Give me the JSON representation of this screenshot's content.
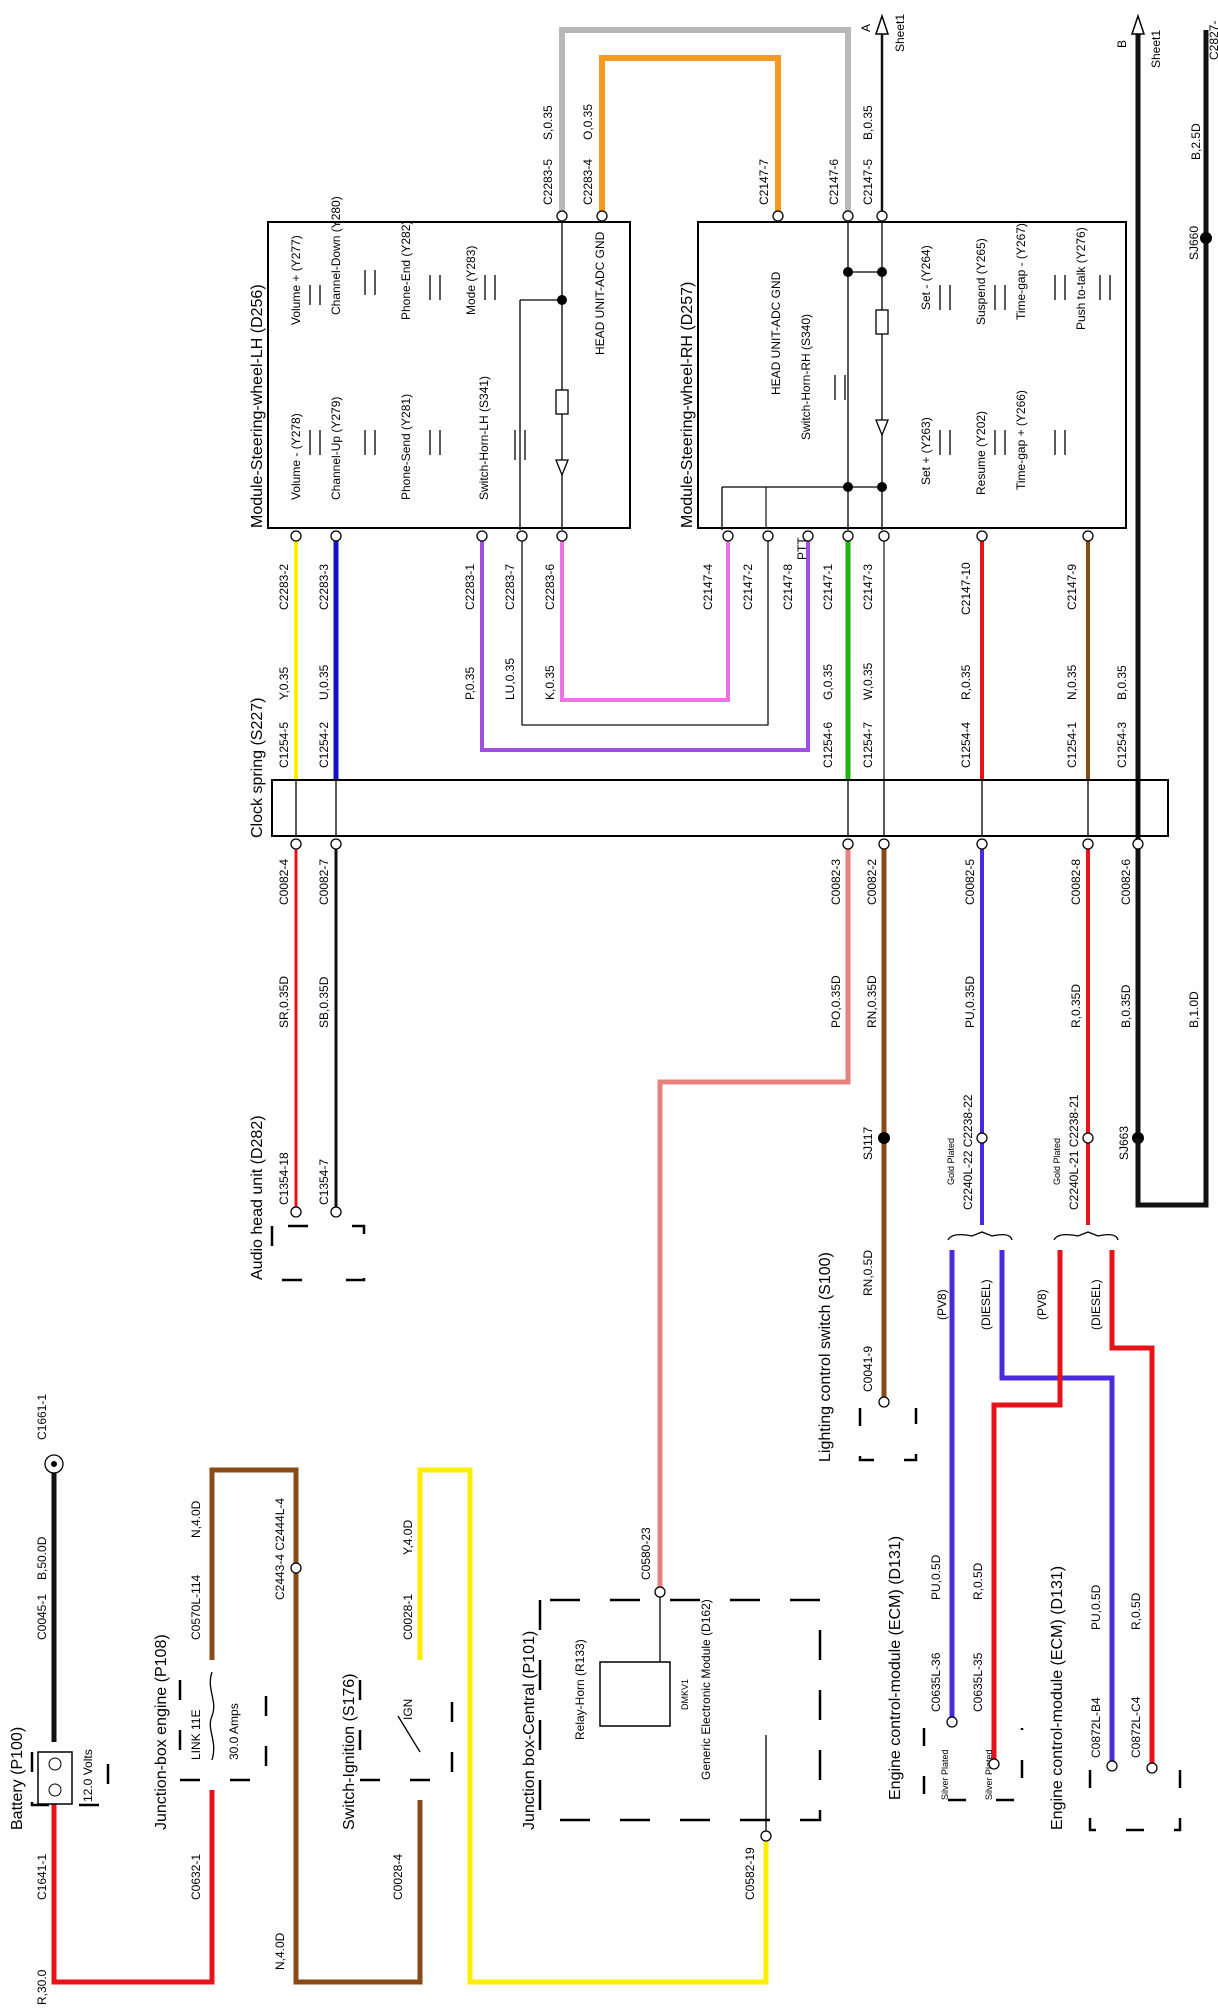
{
  "colors": {
    "red": "#e8121a",
    "black": "#111111",
    "yellow": "#ffee00",
    "blue": "#1410c8",
    "green": "#22b014",
    "white": "#ffffff",
    "violet": "#a050e0",
    "pink": "#f070e8",
    "orange": "#f59a20",
    "grey": "#b8b8b8",
    "brown": "#8a4a18",
    "pink_orange": "#e88080",
    "purple_blue": "#4a2adc"
  },
  "modules": {
    "steering_lh": {
      "title": "Module-Steering-wheel-LH (D256)",
      "switches": [
        "Volume + (Y277)",
        "Channel-Down (Y280)",
        "Phone-End (Y282)",
        "Mode (Y283)",
        "Volume - (Y278)",
        "Channel-Up (Y279)",
        "Phone-Send (Y281)",
        "Switch-Horn-LH (S341)"
      ],
      "gnd_label": "HEAD UNIT-ADC GND"
    },
    "steering_rh": {
      "title": "Module-Steering-wheel-RH (D257)",
      "switches": [
        "Set - (Y264)",
        "Suspend (Y265)",
        "Time-gap - (Y267)",
        "Push to-talk (Y276)",
        "Set + (Y263)",
        "Resume (Y202)",
        "Time-gap + (Y266)",
        "Switch-Horn-RH (S340)"
      ],
      "gnd_label": "HEAD UNIT-ADC GND",
      "ptt_label": "PTT"
    },
    "clock_spring": {
      "title": "Clock spring (S227)"
    },
    "audio_head": {
      "title": "Audio head unit (D282)",
      "connectors": [
        "C1354-18",
        "C1354-7"
      ]
    },
    "lighting": {
      "title": "Lighting control switch (S100)",
      "connector": "C0041-9"
    },
    "ecm_a": {
      "title": "Engine control-module (ECM) (D131)",
      "connectors": [
        "C0635L-36",
        "C0635L-35"
      ],
      "plating": [
        "Silver Plated",
        "Silver Plated"
      ]
    },
    "ecm_b": {
      "title": "Engine control-module (ECM) (D131)",
      "connectors": [
        "C0872L-B4",
        "C0872L-C4"
      ]
    },
    "battery": {
      "title": "Battery (P100)",
      "voltage": "12.0 Volts",
      "connectors": [
        "C1641-1",
        "C0045-1",
        "C1661-1"
      ]
    },
    "junction_engine": {
      "title": "Junction-box engine (P108)",
      "link": "LINK 11E",
      "amps": "30.0 Amps",
      "connectors": [
        "C0632-1",
        "C0570L-114"
      ]
    },
    "switch_ignition": {
      "title": "Switch-Ignition (S176)",
      "ign": "IGN",
      "connectors": [
        "C0028-4",
        "C0028-1"
      ]
    },
    "junction_central": {
      "title": "Junction box-Central (P101)",
      "relay": "Relay-Horn (R133)",
      "relay_code": "DMKV1",
      "gem": "Generic Electronic Module (D162)",
      "connectors": [
        "C0580-23",
        "C0582-19"
      ]
    }
  },
  "top": {
    "lh_connectors": [
      "C2283-5",
      "C2283-4"
    ],
    "lh_wires": [
      "S,0.35",
      "O,0.35"
    ],
    "rh_connectors": [
      "C2147-7",
      "C2147-6",
      "C2147-5"
    ],
    "rh_wire": "B,0.35",
    "sheet_a": "A",
    "sheet_b": "B",
    "sheet_label": "Sheet1",
    "gnd_wire": "B,2.5D",
    "sj660": "SJ660",
    "c2827": "C2827-"
  },
  "upper_wires": [
    {
      "mod_conn": "C2283-2",
      "cs_conn": "C1254-5",
      "wire": "Y,0.35"
    },
    {
      "mod_conn": "C2283-3",
      "cs_conn": "C1254-2",
      "wire": "U,0.35"
    },
    {
      "mod_conn": "C2283-1",
      "wire": "P,0.35"
    },
    {
      "mod_conn": "C2283-7",
      "wire": "LU,0.35"
    },
    {
      "mod_conn": "C2283-6",
      "wire": "K,0.35"
    },
    {
      "mod_conn": "C2147-4"
    },
    {
      "mod_conn": "C2147-2"
    },
    {
      "mod_conn": "C2147-8"
    },
    {
      "mod_conn": "C2147-1",
      "cs_conn": "C1254-6",
      "wire": "G,0.35"
    },
    {
      "mod_conn": "C2147-3",
      "cs_conn": "C1254-7",
      "wire": "W,0.35"
    },
    {
      "mod_conn": "C2147-10",
      "cs_conn": "C1254-4",
      "wire": "R,0.35"
    },
    {
      "mod_conn": "C2147-9",
      "cs_conn": "C1254-1",
      "wire": "N,0.35"
    },
    {
      "cs_conn": "C1254-3",
      "wire": "B,0.35"
    }
  ],
  "lower_wires": [
    {
      "cs_conn": "C0082-4",
      "wire": "SR,0.35D"
    },
    {
      "cs_conn": "C0082-7",
      "wire": "SB,0.35D"
    },
    {
      "cs_conn": "C0082-3",
      "wire": "PO,0.35D"
    },
    {
      "cs_conn": "C0082-2",
      "wire": "RN,0.35D"
    },
    {
      "cs_conn": "C0082-5",
      "wire": "PU,0.35D"
    },
    {
      "cs_conn": "C0082-8",
      "wire": "R,0.35D"
    },
    {
      "cs_conn": "C0082-6",
      "wire": "B,0.35D"
    },
    {
      "wire": "B,1.0D"
    }
  ],
  "splices": {
    "sj117": "SJ117",
    "sj663": "SJ663",
    "pv_conn_1": "C2240L-22 C2238-22",
    "pv_conn_2": "C2240L-21 C2238-21",
    "gold": "Gold Plated",
    "pv8": "(PV8)",
    "diesel": "(DIESEL)",
    "rn_wire": "RN,0.5D",
    "pu_wire": "PU,0.5D",
    "r_wire": "R,0.5D",
    "pu_wire_b": "PU,0.5D",
    "r_wire_b": "R,0.5D"
  },
  "power": {
    "bat_wire": "R,30.0",
    "bat_wire_b": "B,50.0D",
    "n_wire_top": "N,4.0D",
    "n_wire_bot": "N,4.0D",
    "y_wire": "Y,4.0D",
    "c2443": "C2443-4 C2444L-4"
  }
}
